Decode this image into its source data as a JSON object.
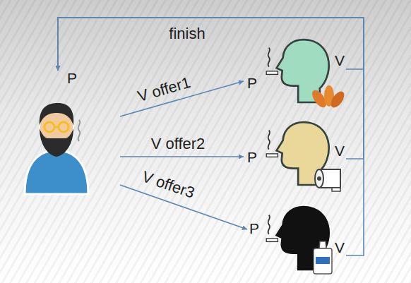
{
  "diagram": {
    "nodes": [
      {
        "text": [
          "P"
        ]
      },
      {
        "text": [
          "P",
          "V"
        ]
      },
      {
        "text": [
          "P",
          "V"
        ]
      },
      {
        "text": [
          "P",
          "V"
        ]
      }
    ],
    "edges": [
      {
        "from": 0,
        "to": 1,
        "arrow": "to",
        "label": "V offer1"
      },
      {
        "from": 0,
        "to": 2,
        "arrow": "to",
        "label": "V offer2"
      },
      {
        "from": 0,
        "to": 3,
        "arrow": "to",
        "label": "V offer3"
      },
      {
        "from": 1,
        "to": 0,
        "arrow": "to",
        "label": "finish"
      },
      {
        "from": 2,
        "to": 0,
        "arrow": "to"
      },
      {
        "from": 3,
        "to": 0,
        "arrow": "to"
      }
    ]
  }
}
